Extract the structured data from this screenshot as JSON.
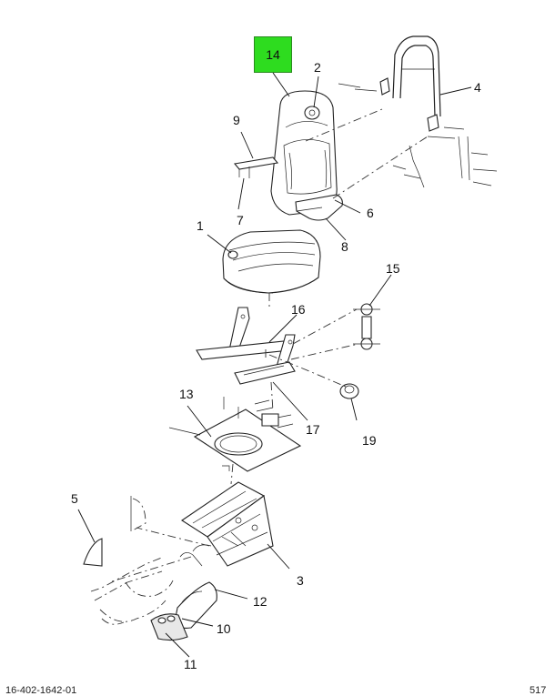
{
  "diagram": {
    "highlighted_callout": "14",
    "callouts": {
      "c1": "1",
      "c2": "2",
      "c3": "3",
      "c4": "4",
      "c5": "5",
      "c6": "6",
      "c7": "7",
      "c8": "8",
      "c9": "9",
      "c10": "10",
      "c11": "11",
      "c12": "12",
      "c13": "13",
      "c15": "15",
      "c16": "16",
      "c17": "17",
      "c19": "19"
    },
    "footer_left": "16-402-1642-01",
    "footer_right": "517"
  }
}
